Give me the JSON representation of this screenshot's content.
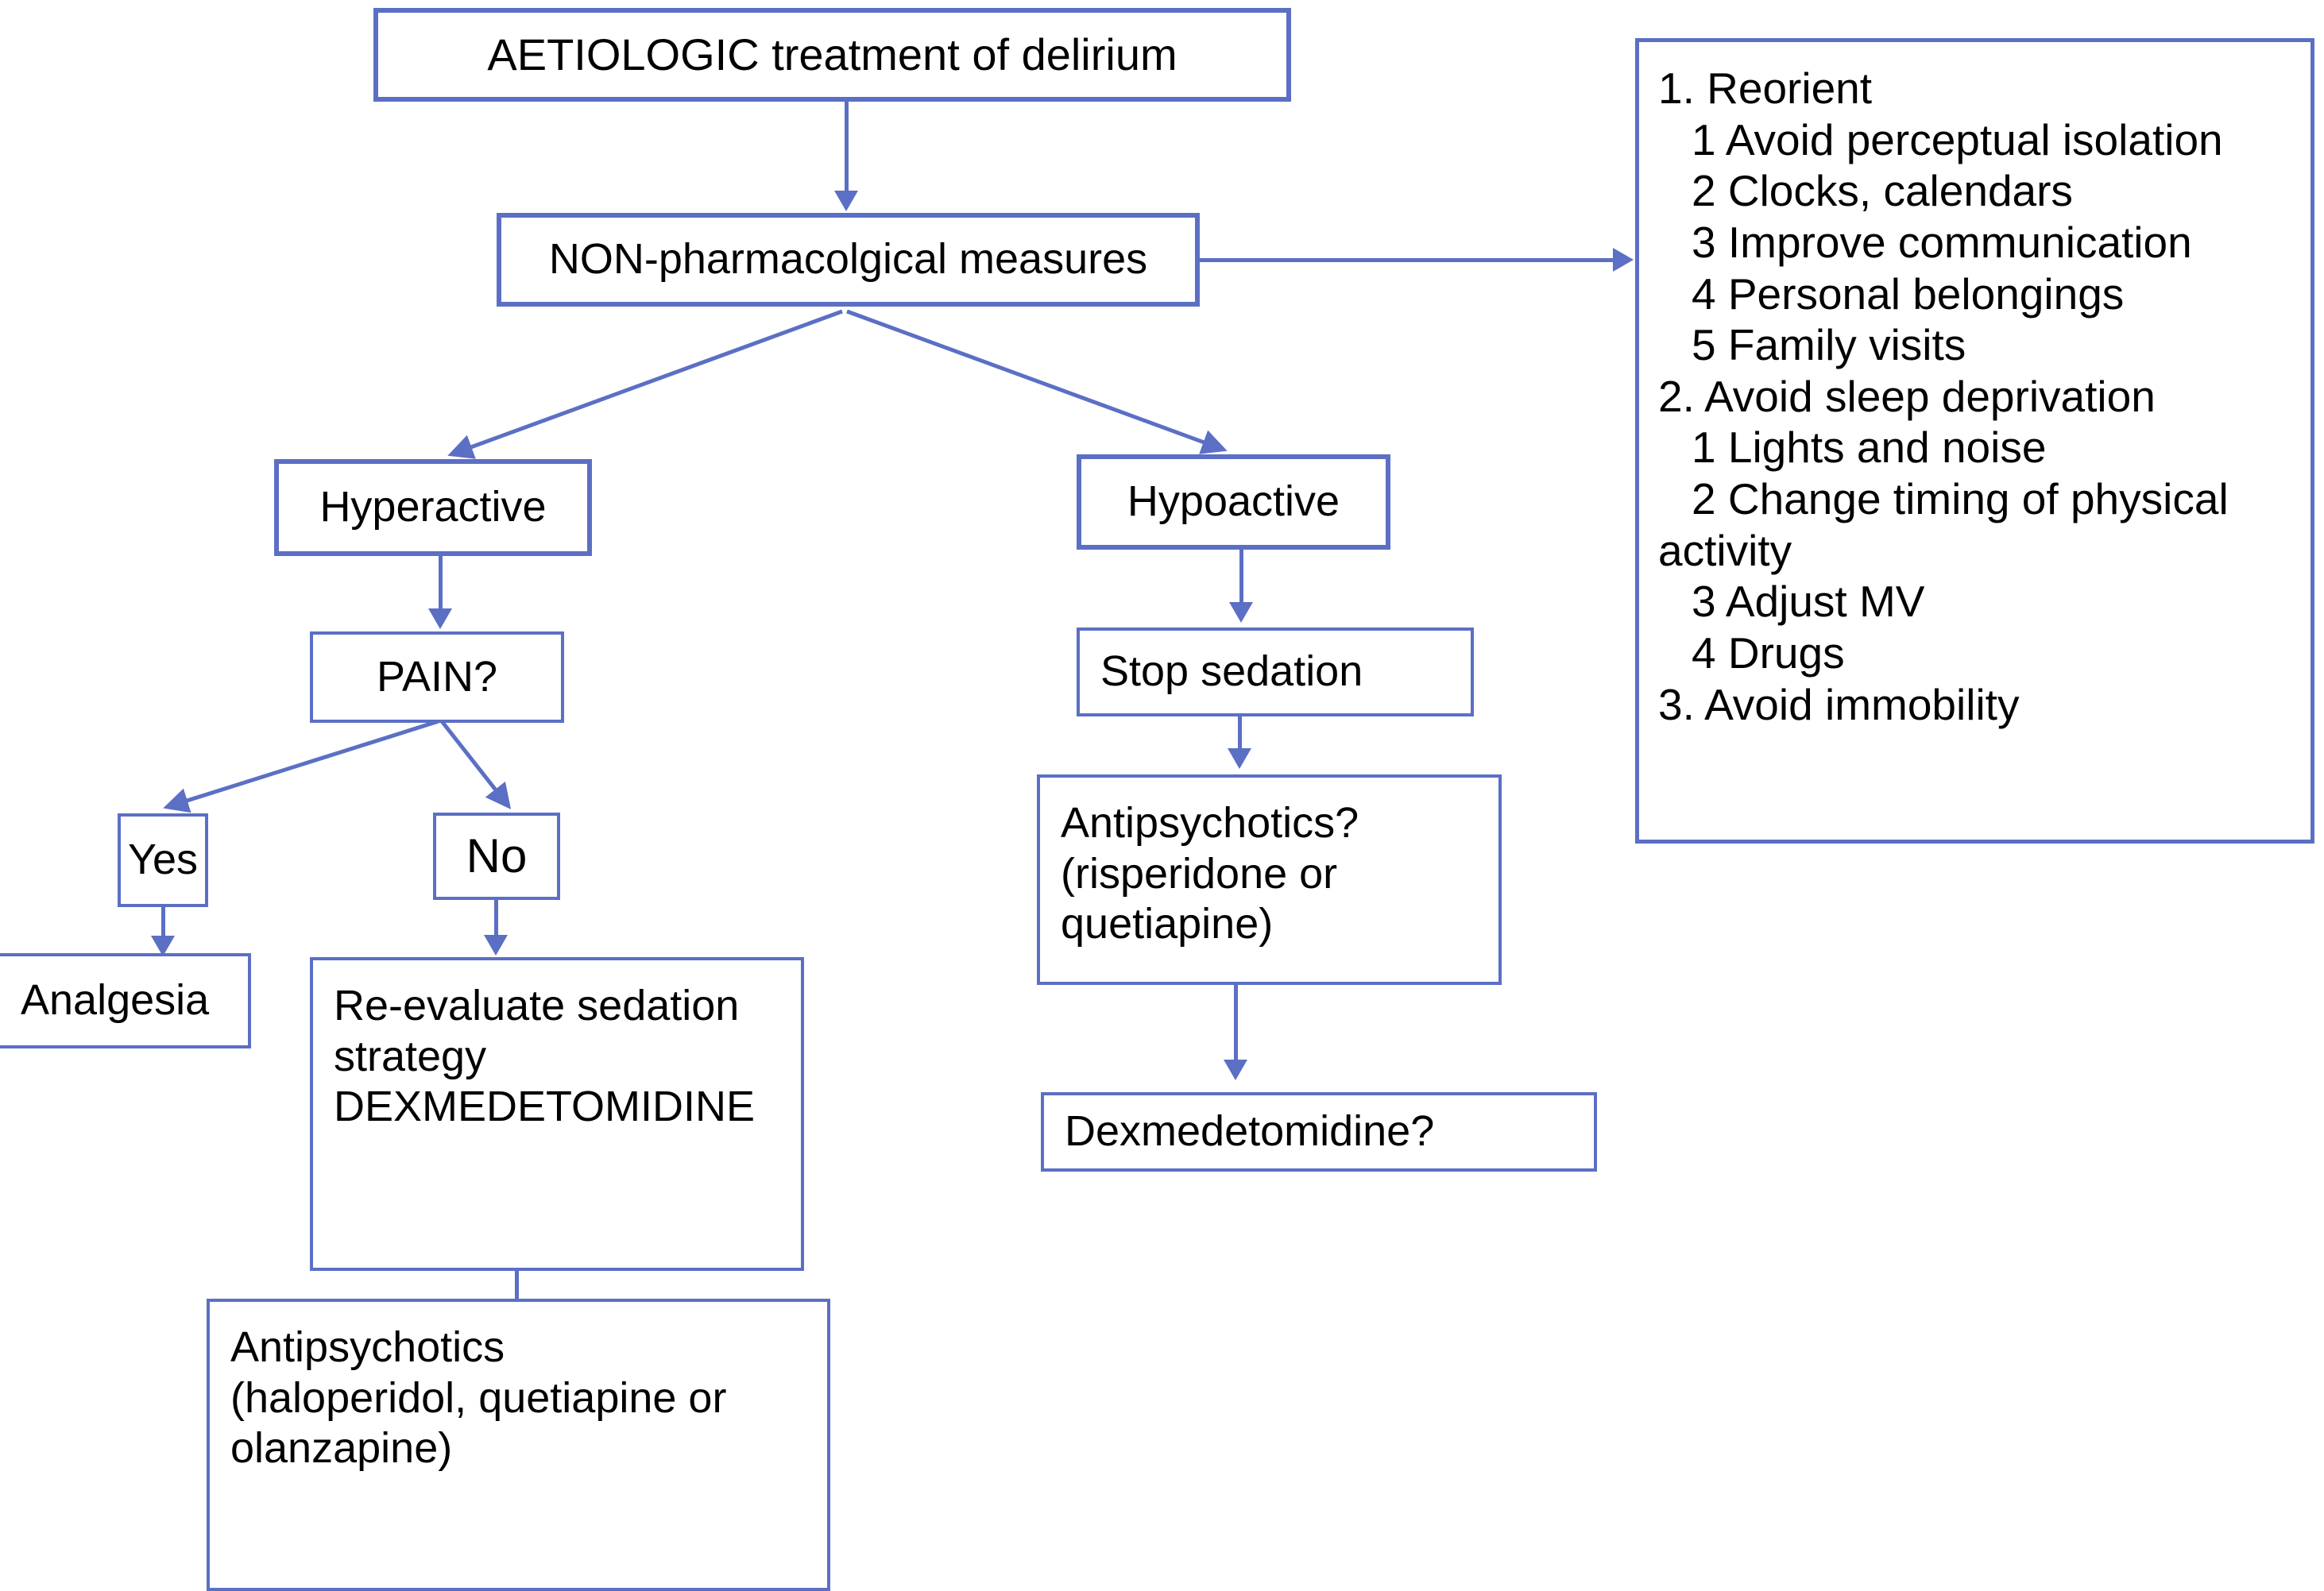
{
  "diagram": {
    "title_box": {
      "label": "AETIOLOGIC treatment of delirium"
    },
    "nodes": {
      "non_pharmacological": {
        "label": "NON-pharmacolgical measures"
      },
      "hyperactive": {
        "label": "Hyperactive"
      },
      "hypoactive": {
        "label": "Hypoactive"
      },
      "pain_question": {
        "label": "PAIN?"
      },
      "stop_sedation": {
        "label": "Stop sedation"
      },
      "pain_yes": {
        "label": "Yes"
      },
      "pain_no": {
        "label": "No"
      },
      "analgesia": {
        "label": "Analgesia"
      },
      "re_evaluate_sedation": {
        "label": "Re-evaluate sedation\nstrategy\nDEXMEDETOMIDINE"
      },
      "antipsychotics_hyperactive": {
        "label": "Antipsychotics\n(haloperidol, quetiapine or\nolanzapine)"
      },
      "antipsychotics_hypoactive": {
        "label": "Antipsychotics?\n(risperidone or\nquetiapine)"
      },
      "dexmedetomidine_question": {
        "label": "Dexmedetomidine?"
      }
    },
    "reference_panel": {
      "lines": [
        {
          "text": "1. Reorient",
          "indent": false
        },
        {
          "text": "1 Avoid perceptual isolation",
          "indent": true
        },
        {
          "text": "2 Clocks, calendars",
          "indent": true
        },
        {
          "text": "3 Improve communication",
          "indent": true
        },
        {
          "text": "4 Personal belongings",
          "indent": true
        },
        {
          "text": "5 Family visits",
          "indent": true
        },
        {
          "text": "2. Avoid sleep deprivation",
          "indent": false
        },
        {
          "text": "1 Lights and noise",
          "indent": true
        },
        {
          "text": "2 Change timing of physical",
          "indent": true
        },
        {
          "text": "activity",
          "indent": false
        },
        {
          "text": "3 Adjust MV",
          "indent": true
        },
        {
          "text": "4 Drugs",
          "indent": true
        },
        {
          "text": "3. Avoid immobility",
          "indent": false
        }
      ]
    },
    "colors": {
      "border": "#5B6FC4",
      "connector": "#5B6FC4",
      "text": "#000000",
      "background": "#FFFFFF"
    }
  }
}
